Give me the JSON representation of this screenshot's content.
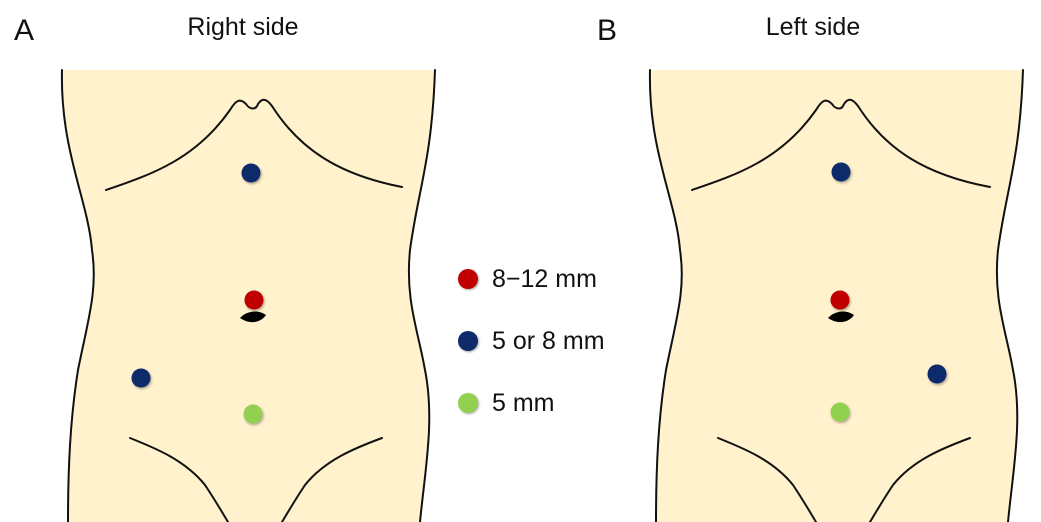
{
  "panels": [
    {
      "letter": "A",
      "title": "Right side"
    },
    {
      "letter": "B",
      "title": "Left side"
    }
  ],
  "legend": [
    {
      "label": "8−12 mm",
      "color": "#c00000"
    },
    {
      "label": "5 or 8 mm",
      "color": "#0e2a6b"
    },
    {
      "label": "5 mm",
      "color": "#92d050"
    }
  ],
  "colors": {
    "skin": "#fff2cc",
    "outline": "#111111",
    "navel": "#000000"
  }
}
